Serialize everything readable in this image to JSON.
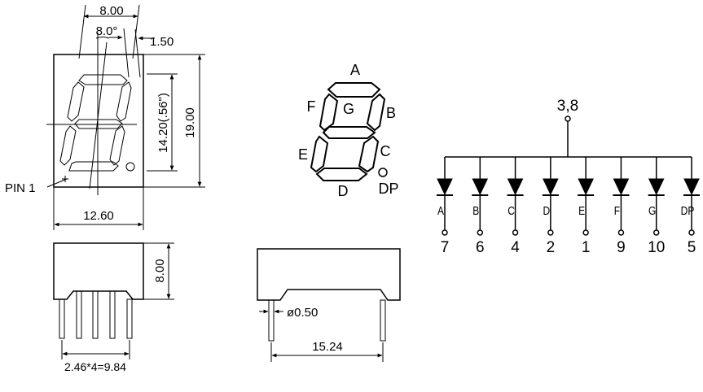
{
  "front_view": {
    "dim_top_width": "8.00",
    "dim_slant_angle": "8.0°",
    "dim_segment_width": "1.50",
    "dim_digit_height": "14.20(.56\")",
    "dim_overall_height": "19.00",
    "dim_overall_width": "12.60",
    "pin1_label": "PIN 1"
  },
  "side_view": {
    "dim_height": "8.00",
    "dim_pin_pitch": "2.46*4=9.84"
  },
  "end_view": {
    "dim_pin_diameter": "ø0.50",
    "dim_row_spacing": "15.24"
  },
  "segment_diagram": {
    "labels": {
      "a": "A",
      "b": "B",
      "c": "C",
      "d": "D",
      "e": "E",
      "f": "F",
      "g": "G",
      "dp": "DP"
    }
  },
  "schematic": {
    "common_pins": "3,8",
    "diodes": [
      {
        "segment": "A",
        "pin": "7"
      },
      {
        "segment": "B",
        "pin": "6"
      },
      {
        "segment": "C",
        "pin": "4"
      },
      {
        "segment": "D",
        "pin": "2"
      },
      {
        "segment": "E",
        "pin": "1"
      },
      {
        "segment": "F",
        "pin": "9"
      },
      {
        "segment": "G",
        "pin": "10"
      },
      {
        "segment": "DP",
        "pin": "5"
      }
    ]
  }
}
